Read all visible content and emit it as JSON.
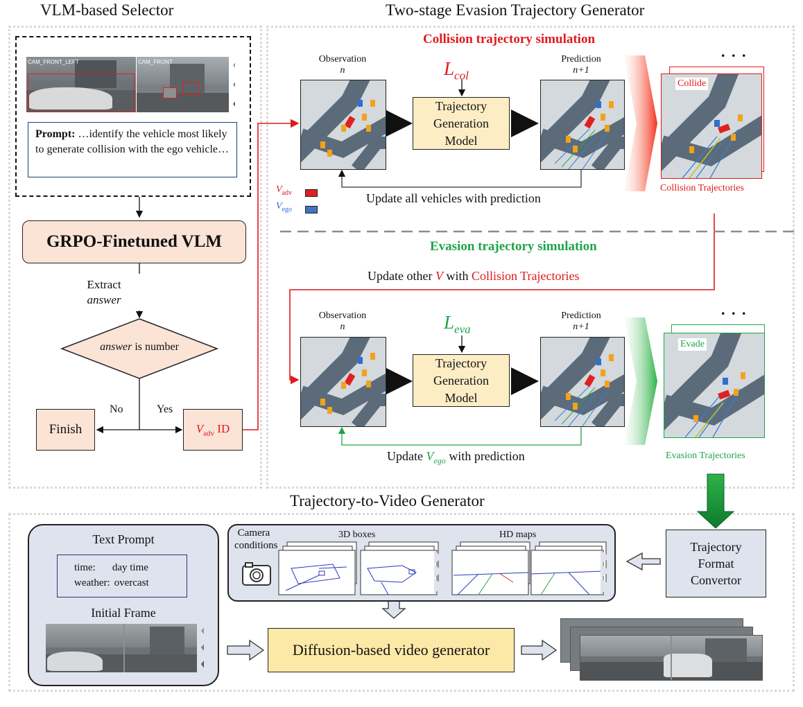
{
  "titles": {
    "selector": "VLM-based Selector",
    "generator": "Two-stage Evasion Trajectory Generator",
    "video": "Trajectory-to-Video Generator"
  },
  "selector": {
    "cam_labels": [
      "CAM_FRONT_LEFT",
      "CAM_FRONT"
    ],
    "prompt_label": "Prompt:",
    "prompt_text": "…identify the vehicle most likely to generate collision with the ego vehicle…",
    "vlm": "GRPO-Finetuned VLM",
    "extract": "Extract",
    "answer": "answer",
    "decision_answer": "answer",
    "decision_text": " is number",
    "no": "No",
    "yes": "Yes",
    "finish": "Finish",
    "vadv_v": "V",
    "vadv_sub": "adv",
    "vadv_id": " ID"
  },
  "collision": {
    "title": "Collision trajectory simulation",
    "obs": "Observation",
    "obs_n": "n",
    "pred": "Prediction",
    "pred_n": "n+1",
    "loss_L": "L",
    "loss_sub": "col",
    "model": [
      "Trajectory",
      "Generation",
      "Model"
    ],
    "update": "Update all vehicles with prediction",
    "collide": "Collide",
    "result": "Collision Trajectories",
    "legend_adv_v": "V",
    "legend_adv_sub": "adv",
    "legend_ego_v": "V",
    "legend_ego_sub": "ego",
    "dots": ". . ."
  },
  "evasion": {
    "title": "Evasion  trajectory simulation",
    "update_other_a": "Update other ",
    "update_other_v": "V",
    "update_other_b": " with ",
    "update_other_c": "Collision Trajectories",
    "obs": "Observation",
    "obs_n": "n",
    "pred": "Prediction",
    "pred_n": "n+1",
    "loss_L": "L",
    "loss_sub": "eva",
    "model": [
      "Trajectory",
      "Generation",
      "Model"
    ],
    "update_a": "Update ",
    "update_v": "V",
    "update_sub": "ego",
    "update_b": "  with prediction",
    "evade": "Evade",
    "result": "Evasion Trajectories",
    "dots": ". . ."
  },
  "video": {
    "text_prompt": "Text Prompt",
    "time_key": "time:",
    "time_val": "day time",
    "weather_key": "weather:",
    "weather_val": "overcast",
    "initial_frame": "Initial Frame",
    "camera": [
      "Camera",
      "conditions"
    ],
    "boxes": "3D boxes",
    "hdmaps": "HD maps",
    "convertor": [
      "Trajectory",
      "Format",
      "Convertor"
    ],
    "diffusion": "Diffusion-based video generator"
  },
  "colors": {
    "red": "#e0191c",
    "green": "#1fa34a",
    "blue": "#2f6fcf",
    "peach": "#fbe3d6",
    "yellow": "#fdedc5",
    "panel_blue": "#dfe3ee"
  }
}
